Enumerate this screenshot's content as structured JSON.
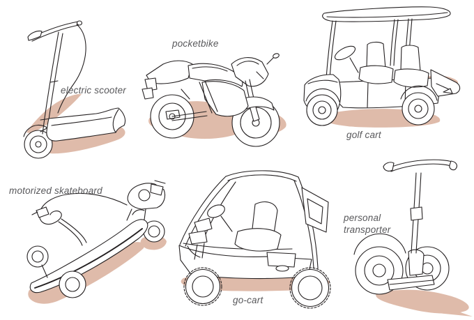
{
  "figure": {
    "description": "labeled line-art illustrations of six small motorized vehicles"
  },
  "palette": {
    "line_color": "#231f20",
    "shadow_color": "#dfbbaa",
    "label_color": "#58585b",
    "page_bg": "#ffffff"
  },
  "illustrations": [
    {
      "id": "electric-scooter",
      "label": "electric scooter"
    },
    {
      "id": "pocketbike",
      "label": "pocketbike"
    },
    {
      "id": "golf-cart",
      "label": "golf cart"
    },
    {
      "id": "motorized-skateboard",
      "label": "motorized skateboard"
    },
    {
      "id": "go-cart",
      "label": "go-cart"
    },
    {
      "id": "personal-transporter",
      "label": "personal transporter"
    }
  ]
}
